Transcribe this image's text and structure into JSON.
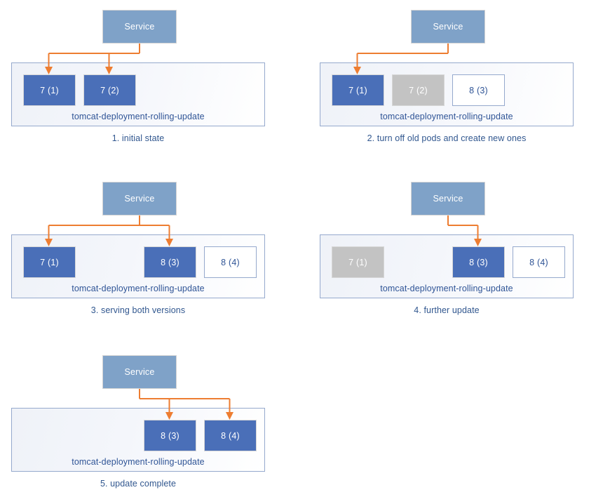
{
  "diagram": {
    "title": "Kubernetes rolling update sequence",
    "colors": {
      "service": "#7fa2c8",
      "pod_active": "#4a6fb8",
      "pod_terminating": "#c3c3c3",
      "pod_pending_border": "#95a9cd",
      "arrow": "#ed7d31",
      "caption_text": "#31578f",
      "deployment_border": "#95a9cd"
    },
    "service_label": "Service",
    "deployment_label": "tomcat-deployment-rolling-update",
    "panels": [
      {
        "id": "panel-1",
        "caption": "1. initial state",
        "pods": [
          {
            "slot": 1,
            "label": "7 (1)",
            "state": "active",
            "arrow": true
          },
          {
            "slot": 2,
            "label": "7 (2)",
            "state": "active",
            "arrow": true
          },
          {
            "slot": 3,
            "label": "",
            "state": "empty",
            "arrow": false
          },
          {
            "slot": 4,
            "label": "",
            "state": "empty",
            "arrow": false
          }
        ]
      },
      {
        "id": "panel-2",
        "caption": "2. turn off old pods and create new ones",
        "pods": [
          {
            "slot": 1,
            "label": "7 (1)",
            "state": "active",
            "arrow": true
          },
          {
            "slot": 2,
            "label": "7 (2)",
            "state": "terminating",
            "arrow": false
          },
          {
            "slot": 3,
            "label": "8 (3)",
            "state": "pending",
            "arrow": false
          },
          {
            "slot": 4,
            "label": "",
            "state": "empty",
            "arrow": false
          }
        ]
      },
      {
        "id": "panel-3",
        "caption": "3. serving both versions",
        "pods": [
          {
            "slot": 1,
            "label": "7 (1)",
            "state": "active",
            "arrow": true
          },
          {
            "slot": 2,
            "label": "",
            "state": "empty",
            "arrow": false
          },
          {
            "slot": 3,
            "label": "8 (3)",
            "state": "active",
            "arrow": true
          },
          {
            "slot": 4,
            "label": "8 (4)",
            "state": "pending",
            "arrow": false
          }
        ]
      },
      {
        "id": "panel-4",
        "caption": "4. further update",
        "pods": [
          {
            "slot": 1,
            "label": "7 (1)",
            "state": "terminating",
            "arrow": false
          },
          {
            "slot": 2,
            "label": "",
            "state": "empty",
            "arrow": false
          },
          {
            "slot": 3,
            "label": "8 (3)",
            "state": "active",
            "arrow": true
          },
          {
            "slot": 4,
            "label": "8 (4)",
            "state": "pending",
            "arrow": false
          }
        ]
      },
      {
        "id": "panel-5",
        "caption": "5. update complete",
        "pods": [
          {
            "slot": 1,
            "label": "",
            "state": "empty",
            "arrow": false
          },
          {
            "slot": 2,
            "label": "",
            "state": "empty",
            "arrow": false
          },
          {
            "slot": 3,
            "label": "8 (3)",
            "state": "active",
            "arrow": true
          },
          {
            "slot": 4,
            "label": "8 (4)",
            "state": "active",
            "arrow": true
          }
        ]
      }
    ]
  }
}
